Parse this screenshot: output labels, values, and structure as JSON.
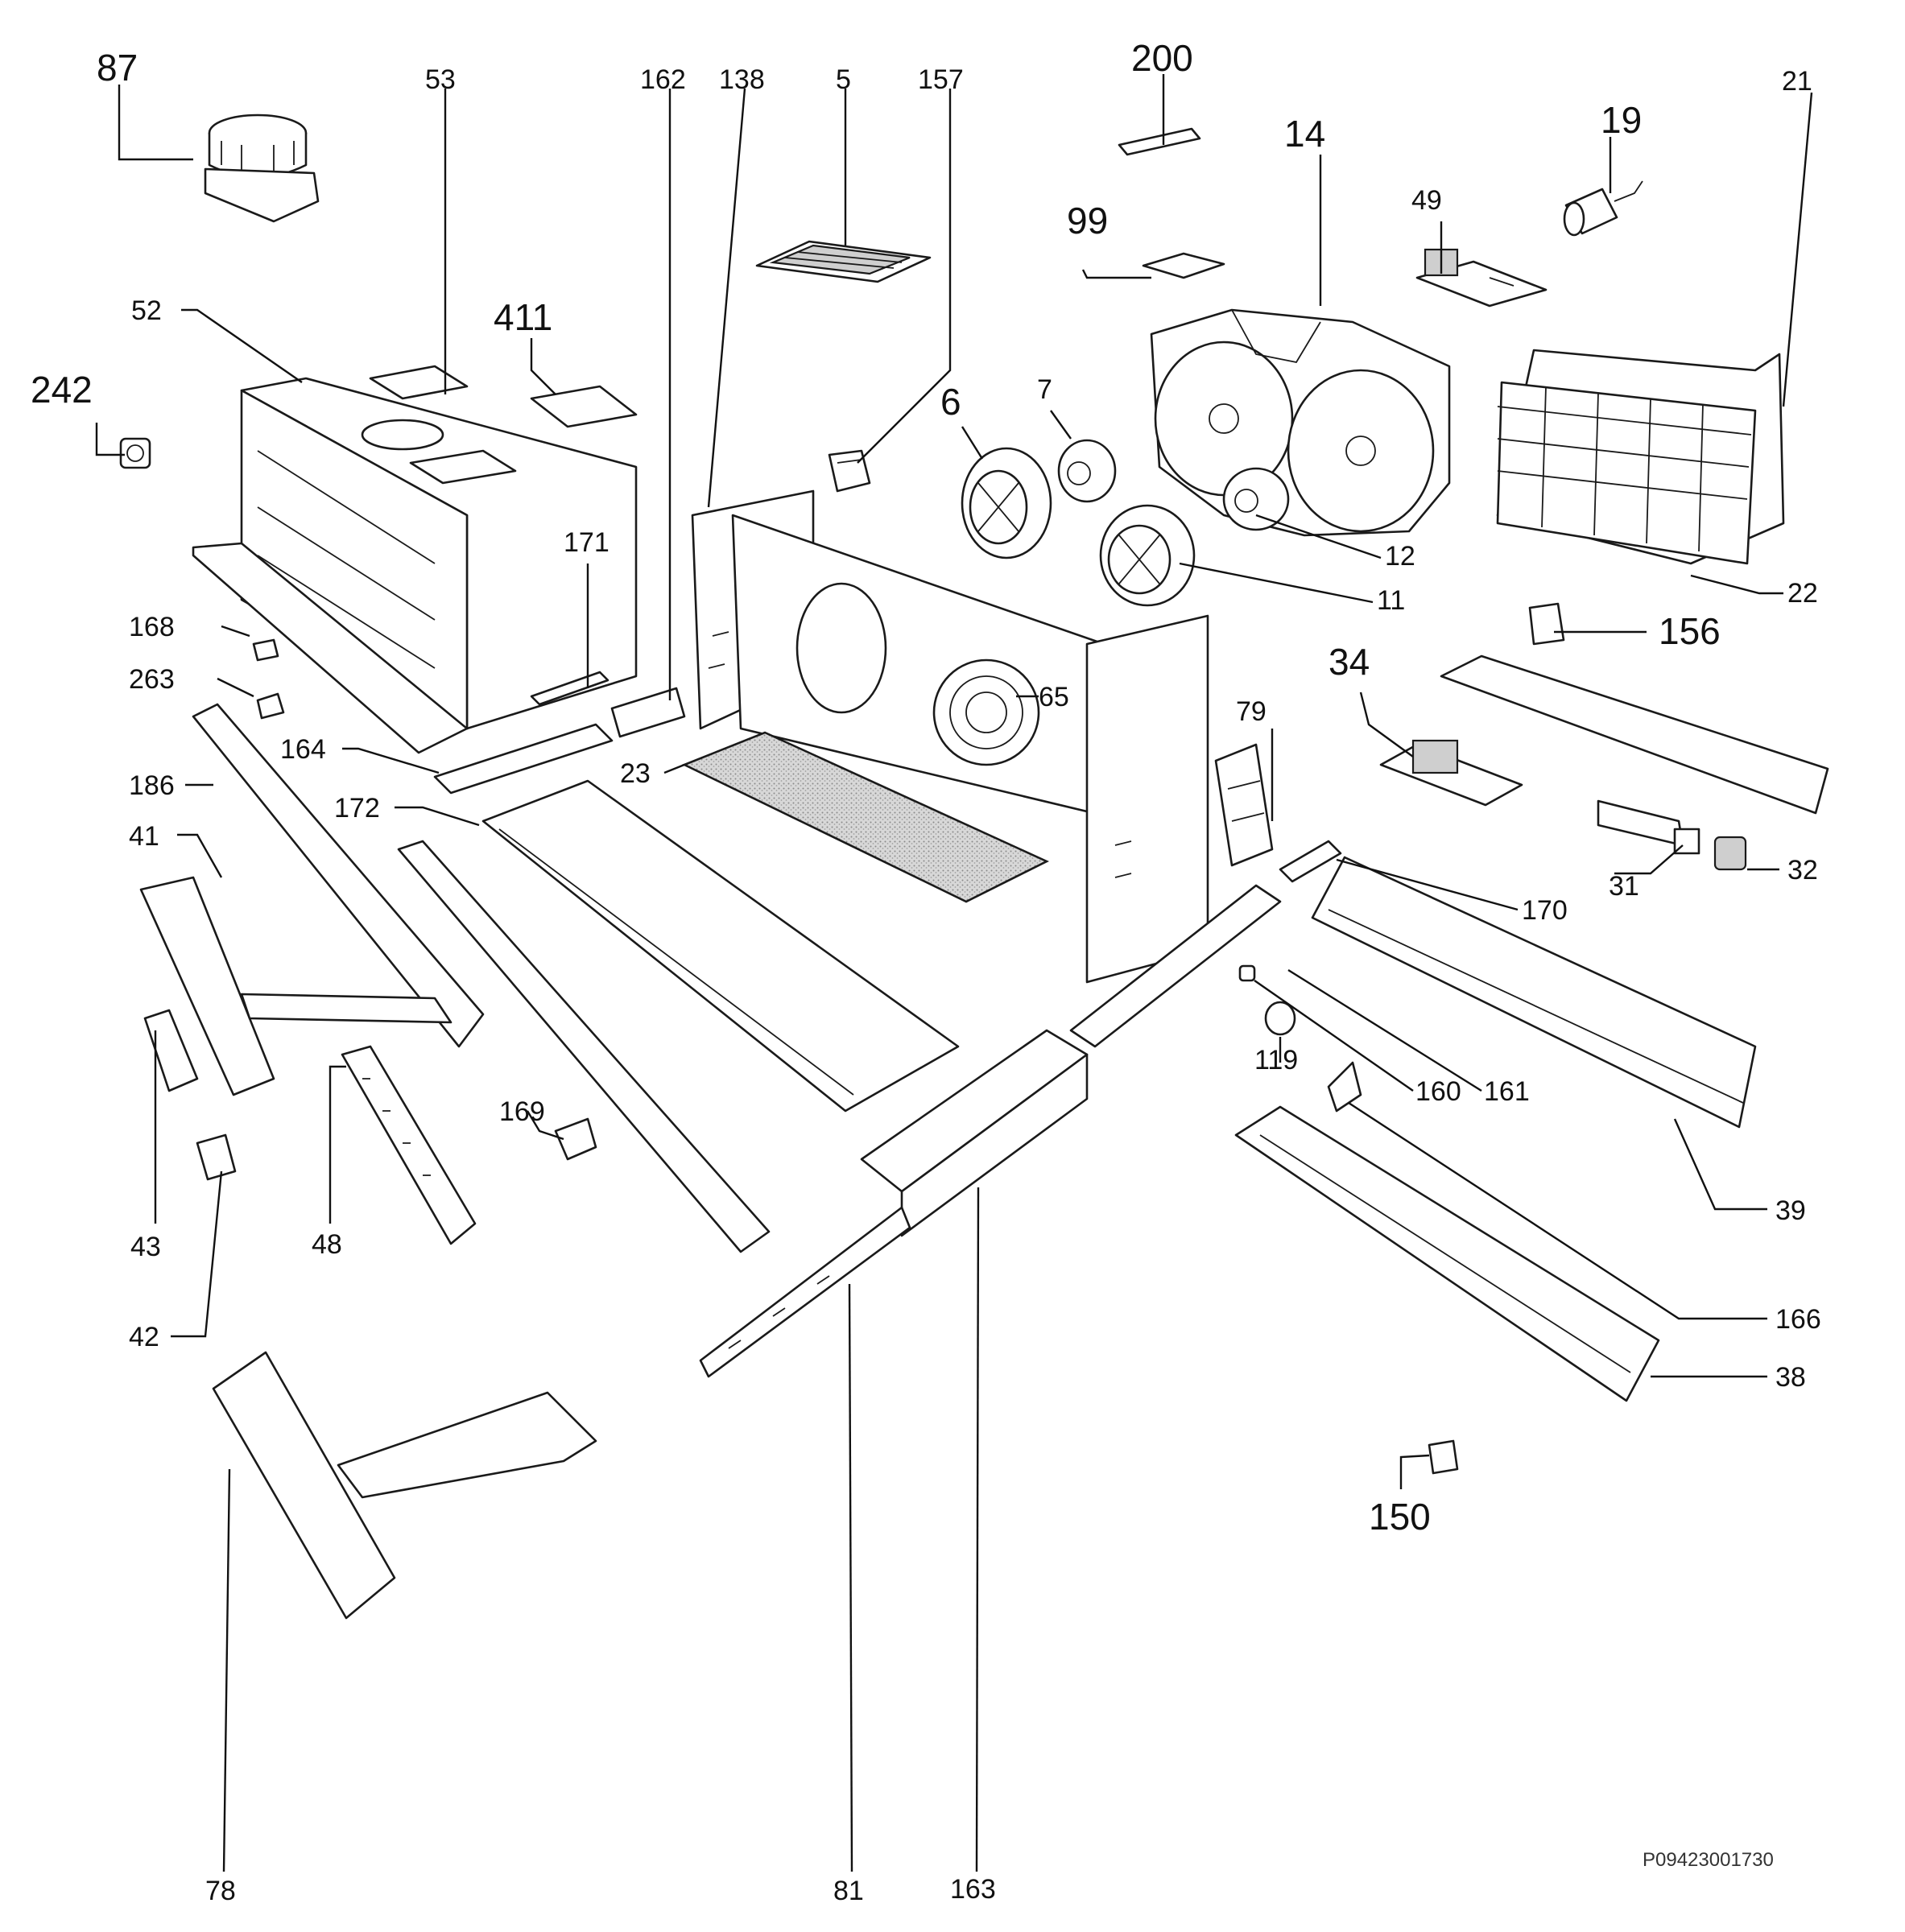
{
  "labels": {
    "l87": "87",
    "l53": "53",
    "l162": "162",
    "l138": "138",
    "l5": "5",
    "l157": "157",
    "l200": "200",
    "l14": "14",
    "l19": "19",
    "l21": "21",
    "l99": "99",
    "l49": "49",
    "l52": "52",
    "l411": "411",
    "l242": "242",
    "l6": "6",
    "l7": "7",
    "l12": "12",
    "l11": "11",
    "l22": "22",
    "l171": "171",
    "l168": "168",
    "l263": "263",
    "l156": "156",
    "l34": "34",
    "l65": "65",
    "l79": "79",
    "l164": "164",
    "l23": "23",
    "l186": "186",
    "l172": "172",
    "l41": "41",
    "l31": "31",
    "l32": "32",
    "l170": "170",
    "l119": "119",
    "l160": "160",
    "l161": "161",
    "l169": "169",
    "l43": "43",
    "l48": "48",
    "l39": "39",
    "l42": "42",
    "l166": "166",
    "l38": "38",
    "l150": "150",
    "l78": "78",
    "l81": "81",
    "l163": "163"
  },
  "drawing_code": "P09423001730"
}
